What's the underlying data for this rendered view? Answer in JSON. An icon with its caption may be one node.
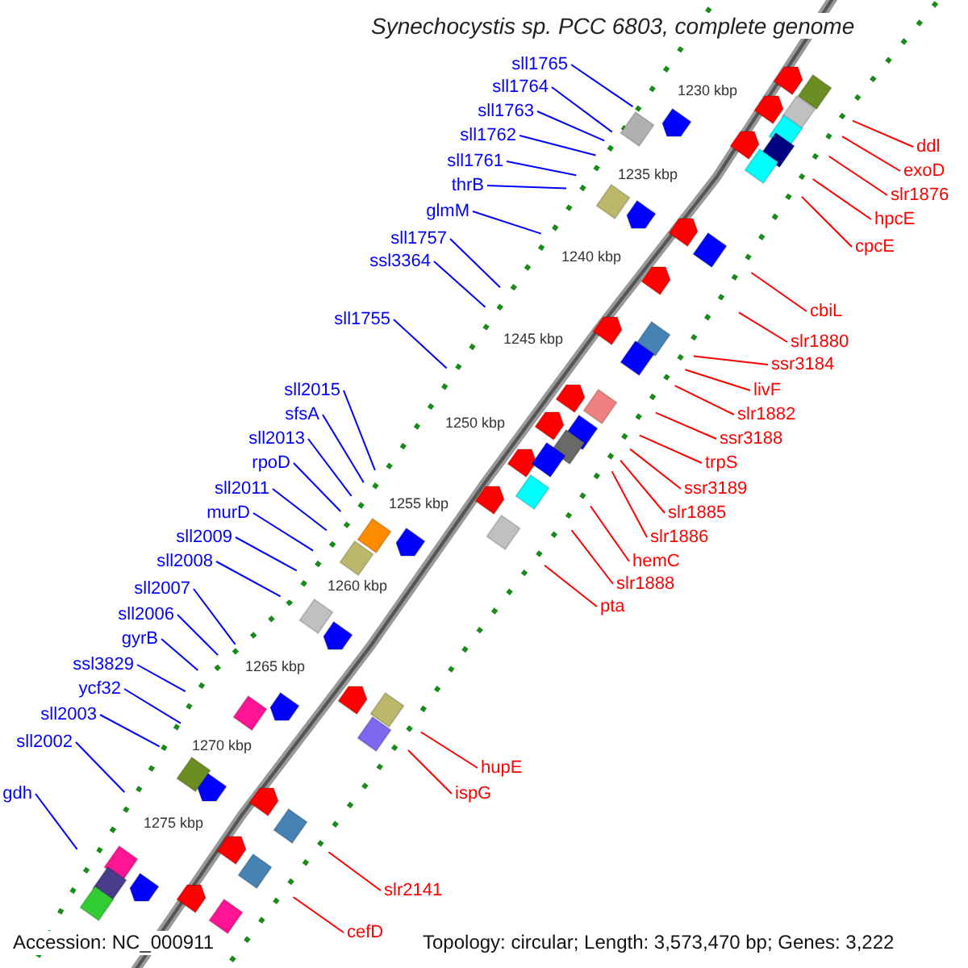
{
  "diagram": {
    "title": "Synechocystis sp. PCC 6803, complete genome",
    "nodes": [
      {
        "text": [
          "sll1765"
        ]
      },
      {
        "text": [
          "sll1764"
        ]
      },
      {
        "text": [
          "sll1763"
        ]
      },
      {
        "text": [
          "sll1762"
        ]
      },
      {
        "text": [
          "sll1761"
        ]
      },
      {
        "text": [
          "thrB"
        ]
      },
      {
        "text": [
          "glmM"
        ]
      },
      {
        "text": [
          "sll1757"
        ]
      },
      {
        "text": [
          "ssl3364"
        ]
      },
      {
        "text": [
          "sll1755"
        ]
      },
      {
        "text": [
          "sll2015"
        ]
      },
      {
        "text": [
          "sfsA"
        ]
      },
      {
        "text": [
          "sll2013"
        ]
      },
      {
        "text": [
          "rpoD"
        ]
      },
      {
        "text": [
          "sll2011"
        ]
      },
      {
        "text": [
          "murD"
        ]
      },
      {
        "text": [
          "sll2009"
        ]
      },
      {
        "text": [
          "sll2008"
        ]
      },
      {
        "text": [
          "sll2007"
        ]
      },
      {
        "text": [
          "sll2006"
        ]
      },
      {
        "text": [
          "gyrB"
        ]
      },
      {
        "text": [
          "ssl3829"
        ]
      },
      {
        "text": [
          "ycf32"
        ]
      },
      {
        "text": [
          "sll2003"
        ]
      },
      {
        "text": [
          "sll2002"
        ]
      },
      {
        "text": [
          "gdh"
        ]
      },
      {
        "text": [
          "ddl"
        ]
      },
      {
        "text": [
          "exoD"
        ]
      },
      {
        "text": [
          "slr1876"
        ]
      },
      {
        "text": [
          "hpcE"
        ]
      },
      {
        "text": [
          "cpcE"
        ]
      },
      {
        "text": [
          "cbiL"
        ]
      },
      {
        "text": [
          "slr1880"
        ]
      },
      {
        "text": [
          "ssr3184"
        ]
      },
      {
        "text": [
          "livF"
        ]
      },
      {
        "text": [
          "slr1882"
        ]
      },
      {
        "text": [
          "ssr3188"
        ]
      },
      {
        "text": [
          "trpS"
        ]
      },
      {
        "text": [
          "ssr3189"
        ]
      },
      {
        "text": [
          "slr1885"
        ]
      },
      {
        "text": [
          "slr1886"
        ]
      },
      {
        "text": [
          "hemC"
        ]
      },
      {
        "text": [
          "slr1888"
        ]
      },
      {
        "text": [
          "pta"
        ]
      },
      {
        "text": [
          "hupE"
        ]
      },
      {
        "text": [
          "ispG"
        ]
      },
      {
        "text": [
          "slr2141"
        ]
      },
      {
        "text": [
          "cefD"
        ]
      }
    ],
    "edges": [
      {
        "from": 0,
        "to": null,
        "arrow": "none"
      },
      {
        "from": 1,
        "to": null,
        "arrow": "none"
      },
      {
        "from": 2,
        "to": null,
        "arrow": "none"
      },
      {
        "from": 3,
        "to": null,
        "arrow": "none"
      },
      {
        "from": 4,
        "to": null,
        "arrow": "none"
      },
      {
        "from": 5,
        "to": null,
        "arrow": "none"
      },
      {
        "from": 6,
        "to": null,
        "arrow": "none"
      },
      {
        "from": 7,
        "to": null,
        "arrow": "none"
      },
      {
        "from": 8,
        "to": null,
        "arrow": "none"
      },
      {
        "from": 9,
        "to": null,
        "arrow": "none"
      },
      {
        "from": 10,
        "to": null,
        "arrow": "none"
      },
      {
        "from": 11,
        "to": null,
        "arrow": "none"
      },
      {
        "from": 12,
        "to": null,
        "arrow": "none"
      },
      {
        "from": 13,
        "to": null,
        "arrow": "none"
      },
      {
        "from": 14,
        "to": null,
        "arrow": "none"
      },
      {
        "from": 15,
        "to": null,
        "arrow": "none"
      },
      {
        "from": 16,
        "to": null,
        "arrow": "none"
      },
      {
        "from": 17,
        "to": null,
        "arrow": "none"
      },
      {
        "from": 18,
        "to": null,
        "arrow": "none"
      },
      {
        "from": 19,
        "to": null,
        "arrow": "none"
      },
      {
        "from": 20,
        "to": null,
        "arrow": "none"
      },
      {
        "from": 21,
        "to": null,
        "arrow": "none"
      },
      {
        "from": 22,
        "to": null,
        "arrow": "none"
      },
      {
        "from": 23,
        "to": null,
        "arrow": "none"
      },
      {
        "from": 24,
        "to": null,
        "arrow": "none"
      },
      {
        "from": 25,
        "to": null,
        "arrow": "none"
      },
      {
        "from": 26,
        "to": null,
        "arrow": "none",
        "color": "#ff0000"
      },
      {
        "from": 27,
        "to": null,
        "arrow": "none",
        "color": "#ff0000"
      },
      {
        "from": 28,
        "to": null,
        "arrow": "none",
        "color": "#ff0000"
      },
      {
        "from": 29,
        "to": null,
        "arrow": "none",
        "color": "#ff0000"
      },
      {
        "from": 30,
        "to": null,
        "arrow": "none",
        "color": "#ff0000"
      },
      {
        "from": 31,
        "to": null,
        "arrow": "none",
        "color": "#ff0000"
      },
      {
        "from": 32,
        "to": null,
        "arrow": "none",
        "color": "#ff0000"
      },
      {
        "from": 33,
        "to": null,
        "arrow": "none",
        "color": "#ff0000"
      },
      {
        "from": 34,
        "to": null,
        "arrow": "none",
        "color": "#ff0000"
      },
      {
        "from": 35,
        "to": null,
        "arrow": "none",
        "color": "#ff0000"
      },
      {
        "from": 36,
        "to": null,
        "arrow": "none",
        "color": "#ff0000"
      },
      {
        "from": 37,
        "to": null,
        "arrow": "none",
        "color": "#ff0000"
      },
      {
        "from": 38,
        "to": null,
        "arrow": "none",
        "color": "#ff0000"
      },
      {
        "from": 39,
        "to": null,
        "arrow": "none",
        "color": "#ff0000"
      },
      {
        "from": 40,
        "to": null,
        "arrow": "none",
        "color": "#ff0000"
      },
      {
        "from": 41,
        "to": null,
        "arrow": "none",
        "color": "#ff0000"
      },
      {
        "from": 42,
        "to": null,
        "arrow": "none",
        "color": "#ff0000"
      },
      {
        "from": 43,
        "to": null,
        "arrow": "none",
        "color": "#ff0000"
      },
      {
        "from": 44,
        "to": null,
        "arrow": "none",
        "color": "#ff0000"
      },
      {
        "from": 45,
        "to": null,
        "arrow": "none",
        "color": "#ff0000"
      },
      {
        "from": 46,
        "to": null,
        "arrow": "none",
        "color": "#ff0000"
      },
      {
        "from": 47,
        "to": null,
        "arrow": "none",
        "color": "#ff0000"
      }
    ],
    "labels": [
      "1230 kbp",
      "1235 kbp",
      "1240 kbp",
      "1245 kbp",
      "1250 kbp",
      "1255 kbp",
      "1260 kbp",
      "1265 kbp",
      "1270 kbp",
      "1275 kbp",
      "Accession: NC_000911",
      "Topology: circular; Length: 3,573,470 bp; Genes: 3,222"
    ]
  }
}
